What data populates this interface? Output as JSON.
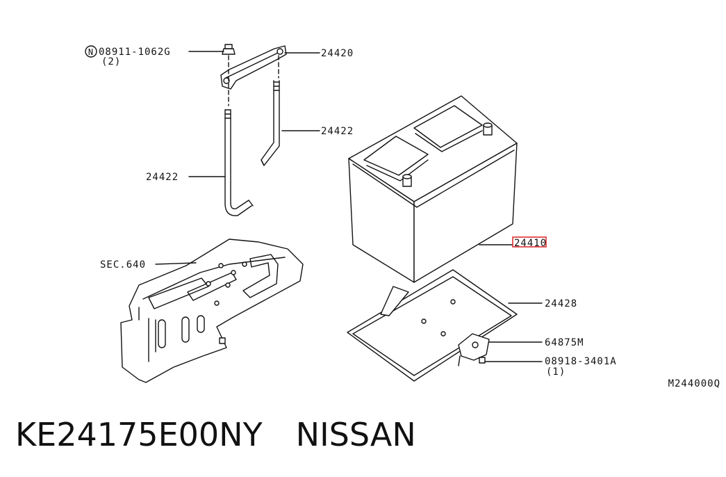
{
  "callouts": {
    "nut_part": "08911-1062G",
    "nut_qty": "(2)",
    "nut_symbol": "N",
    "bracket": "24420",
    "rod_right": "24422",
    "rod_left": "24422",
    "sec": "SEC.640",
    "battery": "24410",
    "tray": "24428",
    "clamp": "64875M",
    "bolt_part": "08918-3401A",
    "bolt_qty": "(1)",
    "diagram_code": "M244000Q"
  },
  "highlight_color": "#e03030",
  "caption": {
    "part_number": "KE24175E00NY",
    "brand": "NISSAN"
  }
}
